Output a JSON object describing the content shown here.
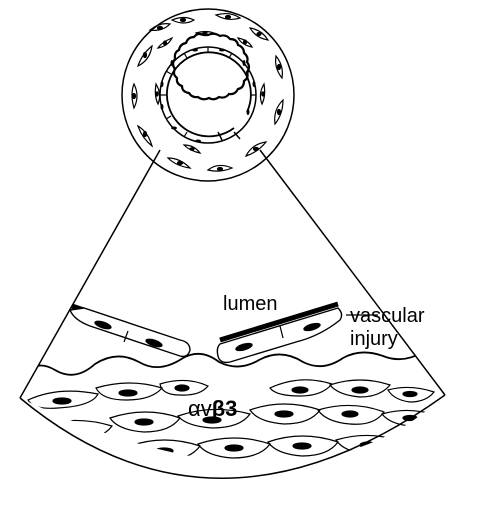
{
  "labels": {
    "lumen": "lumen",
    "injury_line1": "vascular",
    "injury_line2": "injury",
    "integrin_alpha": "αv",
    "integrin_beta": "β3"
  },
  "colors": {
    "ink": "#000000",
    "background": "#ffffff"
  }
}
